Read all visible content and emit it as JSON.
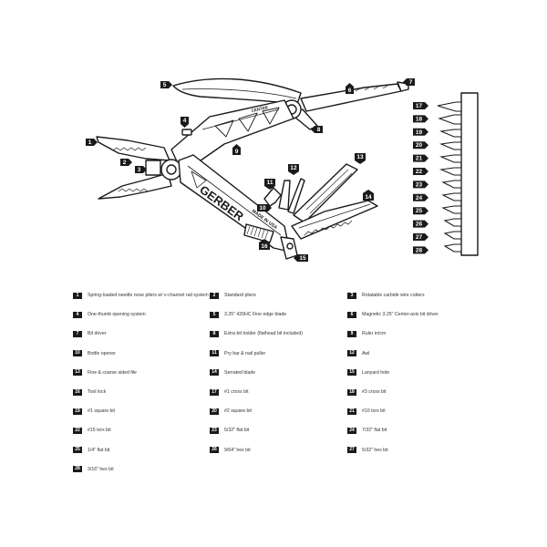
{
  "callouts": {
    "c1": "1",
    "c2": "2",
    "c3": "3",
    "c4": "4",
    "c5": "5",
    "c6": "6",
    "c7": "7",
    "c8": "8",
    "c9": "9",
    "c10": "10",
    "c11": "11",
    "c12": "12",
    "c13": "13",
    "c14": "14",
    "c15": "15",
    "c16": "16"
  },
  "bits": [
    {
      "num": "17"
    },
    {
      "num": "18"
    },
    {
      "num": "19"
    },
    {
      "num": "20"
    },
    {
      "num": "21"
    },
    {
      "num": "22"
    },
    {
      "num": "23"
    },
    {
      "num": "24"
    },
    {
      "num": "25"
    },
    {
      "num": "26"
    },
    {
      "num": "27"
    },
    {
      "num": "28"
    }
  ],
  "branding": {
    "brand": "GERBER",
    "made_in": "MADE IN USA",
    "model": "CENTER"
  },
  "legend": [
    {
      "num": "1",
      "label": "Spring-loaded needle nose pliers w/ v-channel rail system"
    },
    {
      "num": "2",
      "label": "Standard pliers"
    },
    {
      "num": "3",
      "label": "Rotatable carbide wire cutters"
    },
    {
      "num": "4",
      "label": "One-thumb opening system"
    },
    {
      "num": "5",
      "label": "3.25\" 420HC Fine edge blade"
    },
    {
      "num": "6",
      "label": "Magnetic 3.25\" Center-axis bit driver"
    },
    {
      "num": "7",
      "label": "Bit driver"
    },
    {
      "num": "8",
      "label": "Extra bit holder (flathead bit included)"
    },
    {
      "num": "9",
      "label": "Ruler in/cm"
    },
    {
      "num": "10",
      "label": "Bottle opener"
    },
    {
      "num": "11",
      "label": "Pry bar & nail puller"
    },
    {
      "num": "12",
      "label": "Awl"
    },
    {
      "num": "13",
      "label": "Fine & coarse sided file"
    },
    {
      "num": "14",
      "label": "Serrated blade"
    },
    {
      "num": "15",
      "label": "Lanyard hole"
    },
    {
      "num": "16",
      "label": "Tool lock"
    },
    {
      "num": "17",
      "label": "#1 cross bit"
    },
    {
      "num": "18",
      "label": "#3 cross bit"
    },
    {
      "num": "19",
      "label": "#1 square bit"
    },
    {
      "num": "20",
      "label": "#2 square bit"
    },
    {
      "num": "21",
      "label": "#10 torx bit"
    },
    {
      "num": "22",
      "label": "#15 torx bit"
    },
    {
      "num": "23",
      "label": "5/32\" flat bit"
    },
    {
      "num": "24",
      "label": "7/32\" flat bit"
    },
    {
      "num": "25",
      "label": "1/4\" flat bit"
    },
    {
      "num": "26",
      "label": "9/64\" hex bit"
    },
    {
      "num": "27",
      "label": "5/32\" hex bit"
    },
    {
      "num": "28",
      "label": "3/16\" hex bit"
    }
  ]
}
